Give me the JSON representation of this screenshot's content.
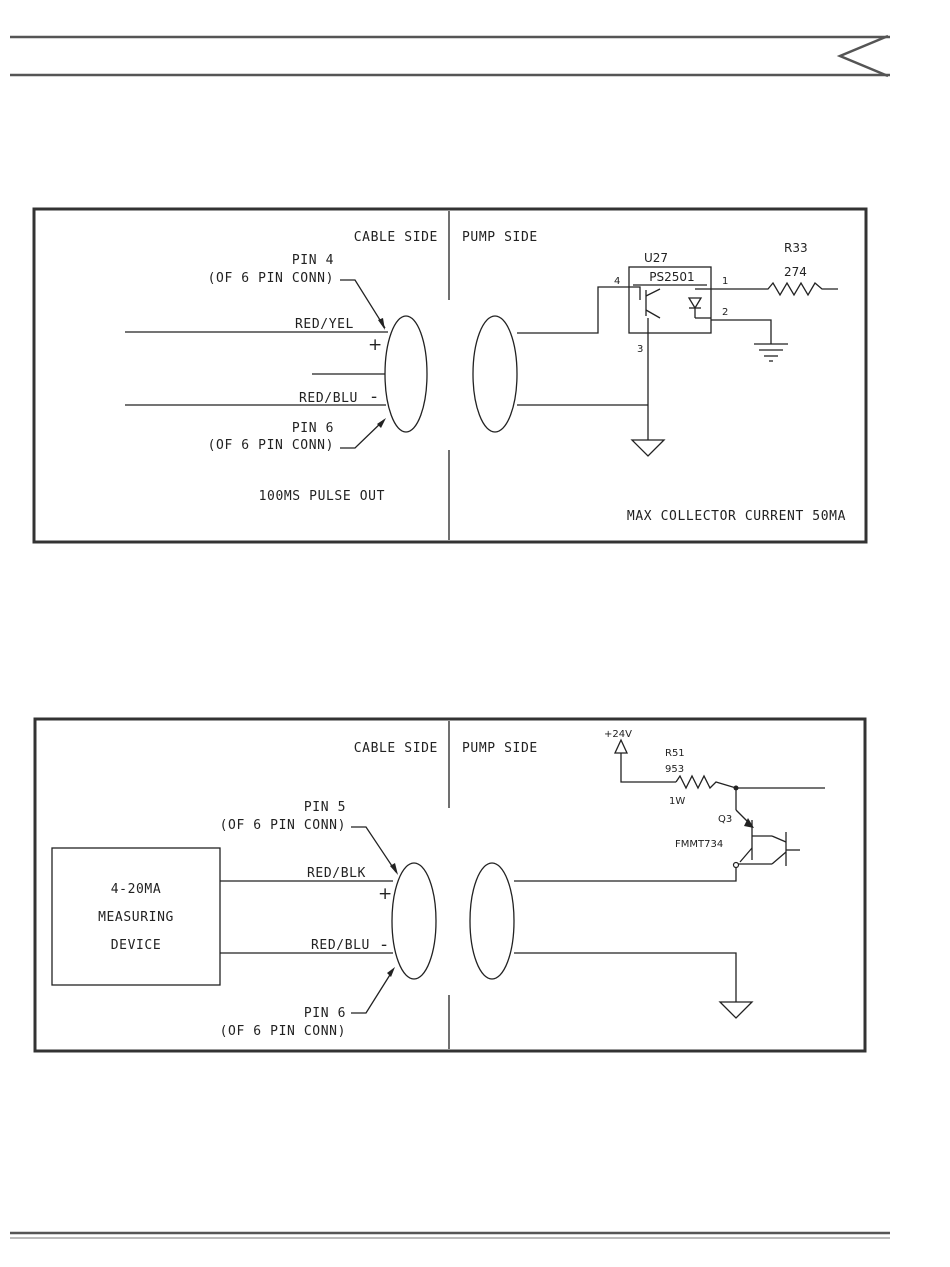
{
  "diagram1": {
    "cable_side": "CABLE SIDE",
    "pump_side": "PUMP SIDE",
    "pin4": "PIN 4",
    "pin4_conn": "(OF 6 PIN CONN)",
    "red_yel": "RED/YEL",
    "plus": "+",
    "red_blu": "RED/BLU",
    "minus": "-",
    "pin6": "PIN 6",
    "pin6_conn": "(OF 6 PIN CONN)",
    "pulse": "100MS PULSE OUT",
    "u27": "U27",
    "ps2501": "PS2501",
    "r33": "R33",
    "r33_value": "274",
    "pin_num_1": "1",
    "pin_num_2": "2",
    "pin_num_3": "3",
    "pin_num_4": "4",
    "max_current": "MAX COLLECTOR CURRENT 50MA"
  },
  "diagram2": {
    "cable_side": "CABLE SIDE",
    "pump_side": "PUMP SIDE",
    "plus24v": "+24V",
    "r51": "R51",
    "r51_value": "953",
    "r51_watt": "1W",
    "q3": "Q3",
    "fmmt": "FMMT734",
    "pin5": "PIN 5",
    "pin5_conn": "(OF 6 PIN CONN)",
    "red_blk": "RED/BLK",
    "plus": "+",
    "red_blu": "RED/BLU",
    "minus": "-",
    "pin6": "PIN 6",
    "pin6_conn": "(OF 6 PIN CONN)",
    "device_line1": "4-20MA",
    "device_line2": "MEASURING",
    "device_line3": "DEVICE"
  }
}
